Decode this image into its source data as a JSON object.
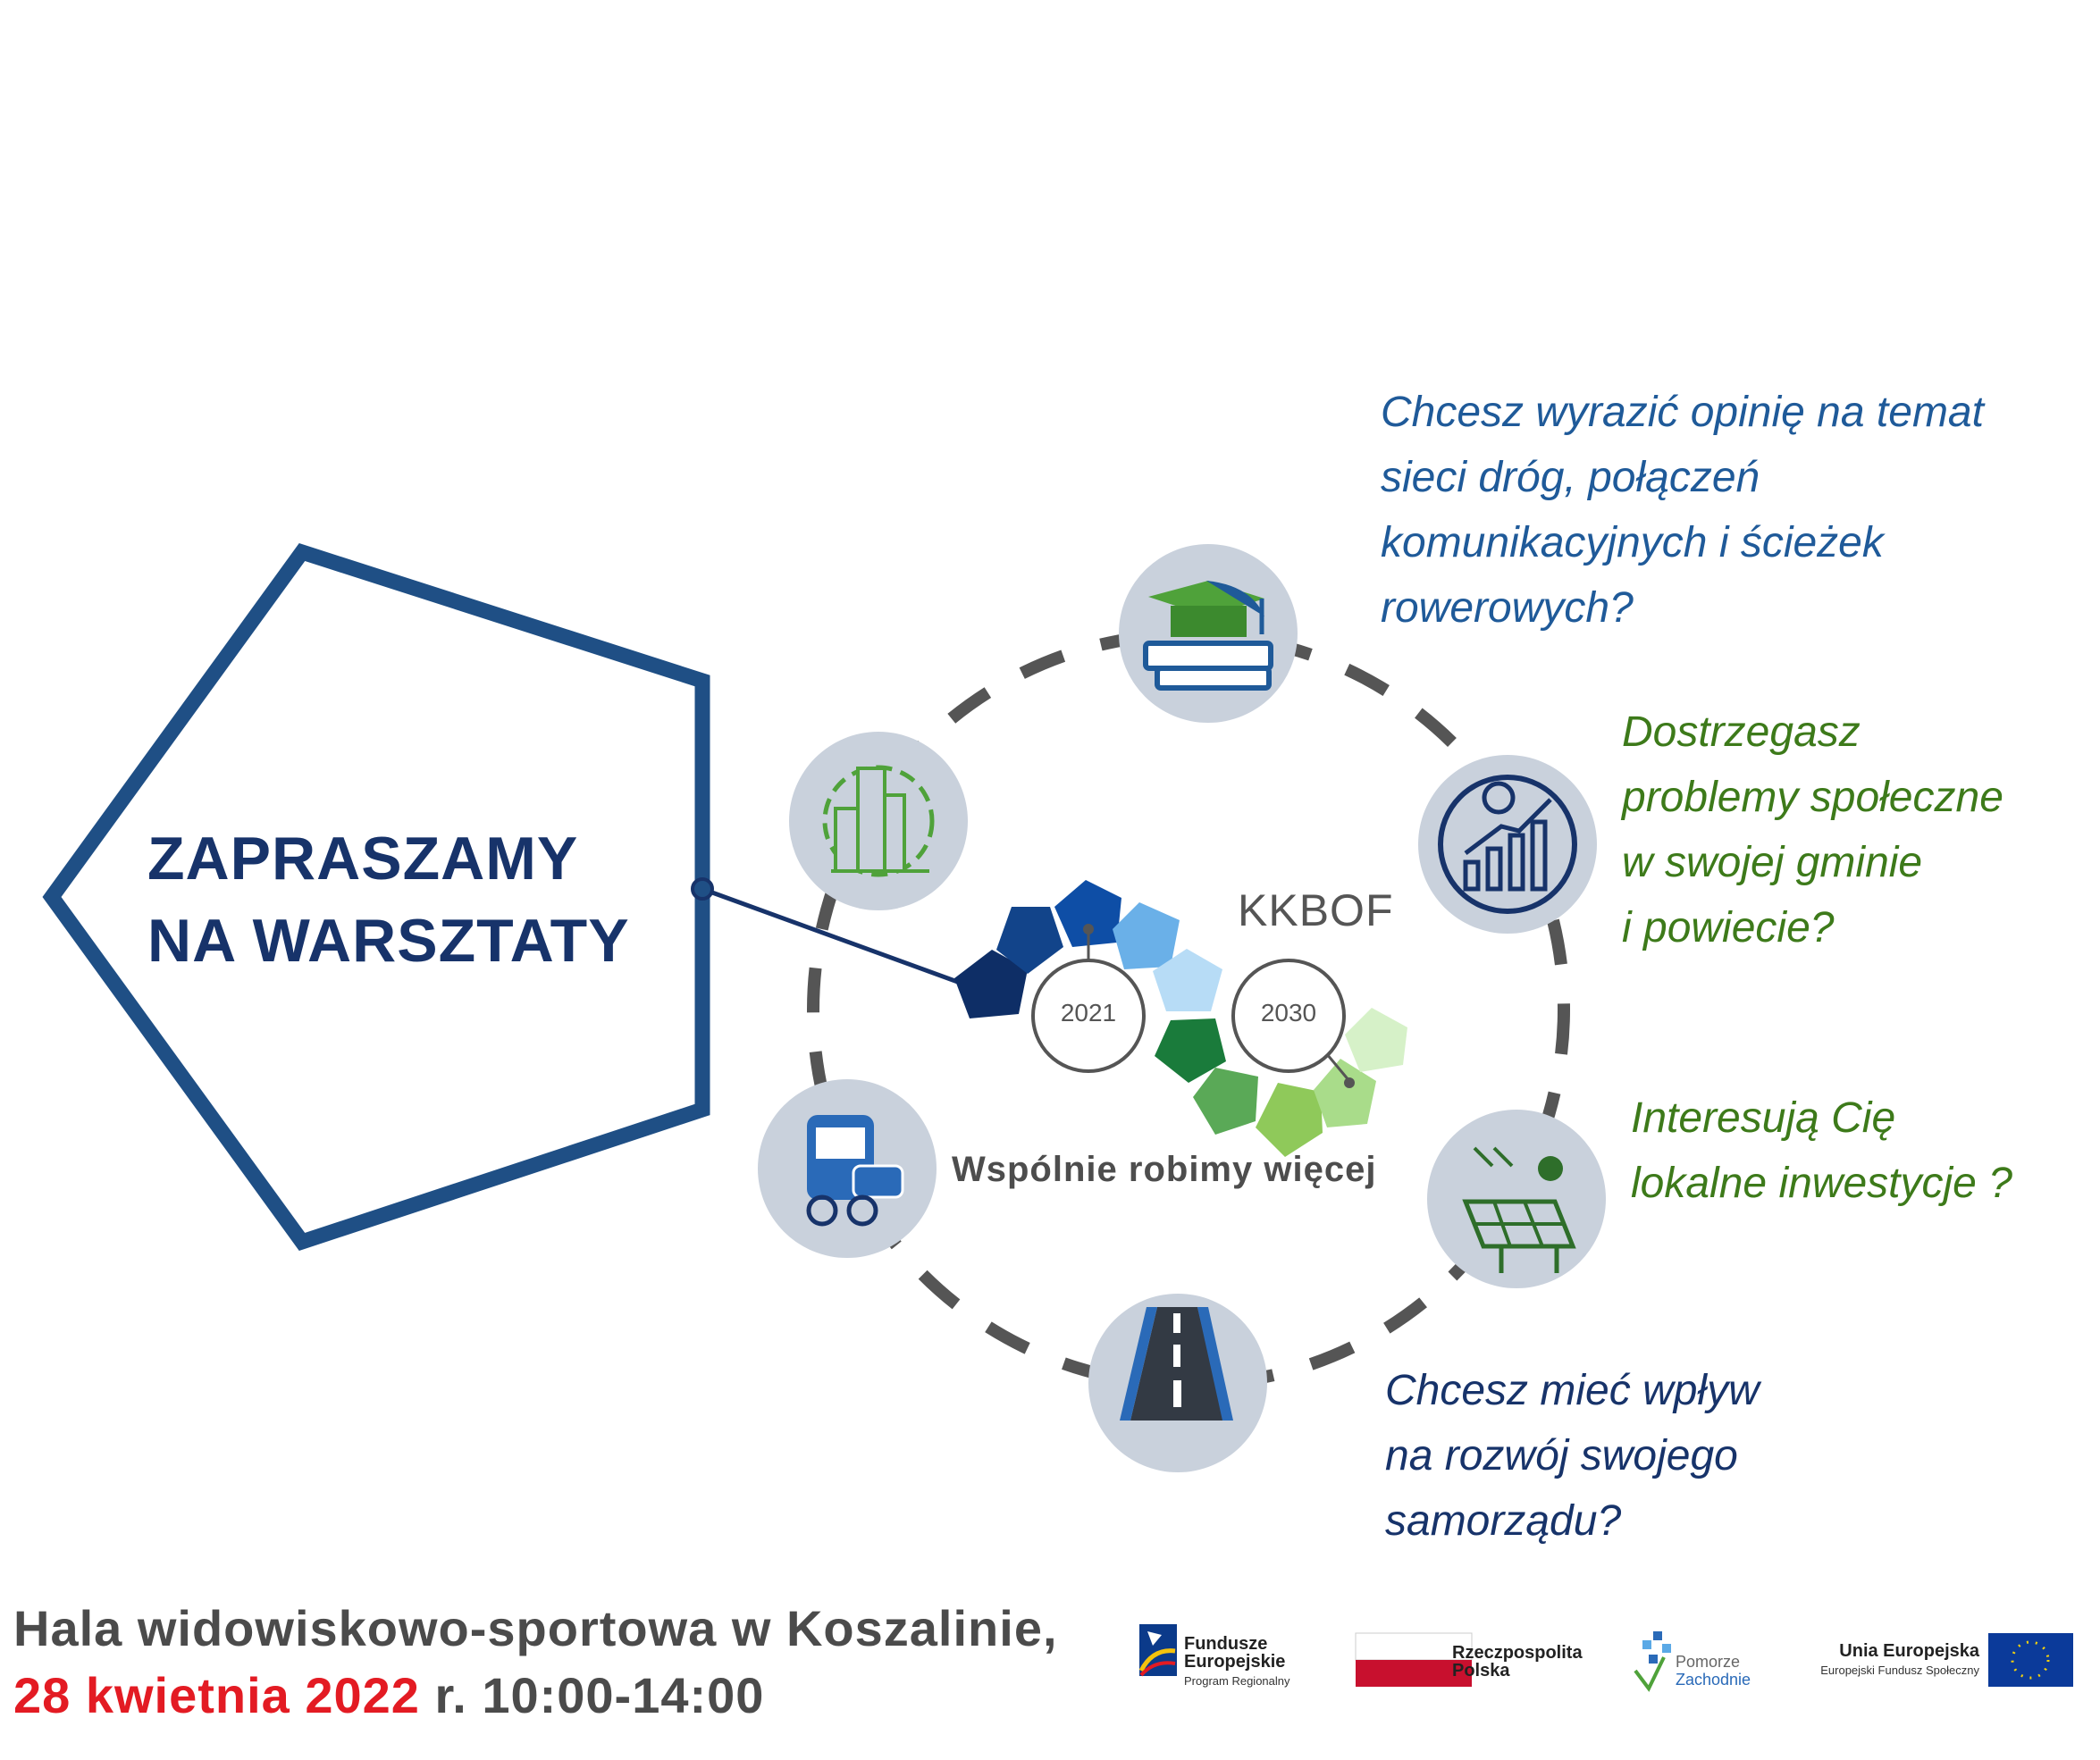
{
  "headline": {
    "line1": "ZAPRASZAMY",
    "line2": "NA WARSZTATY"
  },
  "center": {
    "acronym": "KKBOF",
    "year_start": "2021",
    "year_end": "2030",
    "slogan": "Wspólnie robimy więcej"
  },
  "questions": {
    "q1": [
      "Chcesz wyrazić opinię na temat",
      "sieci dróg, połączeń",
      "komunikacyjnych i ścieżek",
      "rowerowych?"
    ],
    "q2": [
      "Dostrzegasz",
      "problemy społeczne",
      "w swojej gminie",
      "i powiecie?"
    ],
    "q3": [
      "Interesują  Cię",
      "lokalne inwestycje ?"
    ],
    "q4": [
      "Chcesz mieć wpływ",
      "na rozwój swojego",
      "samorządu?"
    ]
  },
  "footer": {
    "venue": "Hala widowiskowo-sportowa w Koszalinie,",
    "date_red": "28 kwietnia 2022",
    "date_rest": " r. 10:00-14:00"
  },
  "logos": {
    "fe": {
      "line1": "Fundusze",
      "line2": "Europejskie",
      "line3": "Program Regionalny"
    },
    "rp": {
      "line1": "Rzeczpospolita",
      "line2": "Polska"
    },
    "pz": {
      "line1": "Pomorze",
      "line2": "Zachodnie"
    },
    "ue": {
      "line1": "Unia Europejska",
      "line2": "Europejski Fundusz Społeczny"
    }
  },
  "icons": [
    "education-icon",
    "growth-chart-icon",
    "solar-panel-icon",
    "road-icon",
    "transport-icon",
    "city-gear-icon"
  ],
  "colors": {
    "navy": "#17336a",
    "hex_outline": "#1f4f85",
    "blue_text": "#1f5a99",
    "green_text": "#3d7a1a",
    "red": "#e31b23",
    "icon_bg": "#c9d1dc"
  }
}
